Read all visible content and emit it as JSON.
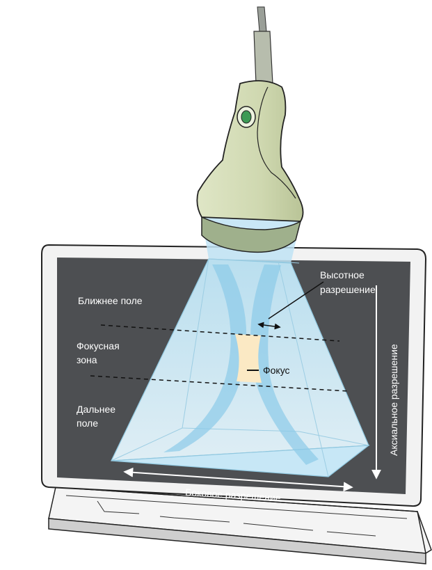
{
  "labels": {
    "near_field": "Ближнее поле",
    "focal_zone_1": "Фокусная",
    "focal_zone_2": "зона",
    "far_field_1": "Дальнее",
    "far_field_2": "поле",
    "focus": "Фокус",
    "elevational_1": "Высотное",
    "elevational_2": "разрешение",
    "axial": "Аксиальное разрешение",
    "lateral": "Боковое разрешение"
  },
  "colors": {
    "screen": "#4d4f52",
    "bezel": "#e9eaeb",
    "probe": "#d2dab6",
    "beam": "#cfeaf8",
    "focus": "#fbe9c4"
  }
}
